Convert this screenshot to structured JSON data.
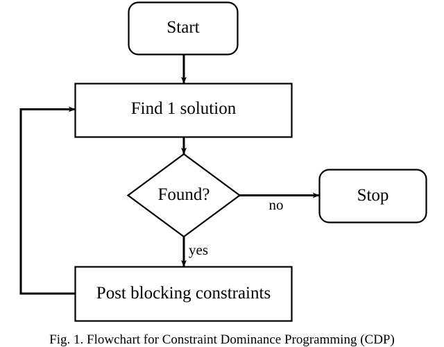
{
  "figure": {
    "caption": "Fig. 1. Flowchart for Constraint Dominance Programming (CDP)",
    "background_color": "#ffffff",
    "stroke_color": "#000000"
  },
  "flowchart": {
    "type": "flowchart",
    "nodes": [
      {
        "id": "start",
        "label": "Start",
        "shape": "rounded-rectangle"
      },
      {
        "id": "find",
        "label": "Find 1 solution",
        "shape": "rectangle"
      },
      {
        "id": "found",
        "label": "Found?",
        "shape": "diamond"
      },
      {
        "id": "stop",
        "label": "Stop",
        "shape": "rounded-rectangle"
      },
      {
        "id": "post",
        "label": "Post blocking constraints",
        "shape": "rectangle"
      }
    ],
    "edges": [
      {
        "from": "start",
        "to": "find",
        "label": ""
      },
      {
        "from": "find",
        "to": "found",
        "label": ""
      },
      {
        "from": "found",
        "to": "stop",
        "label": "no"
      },
      {
        "from": "found",
        "to": "post",
        "label": "yes"
      },
      {
        "from": "post",
        "to": "find",
        "label": ""
      }
    ],
    "edge_labels": {
      "no": "no",
      "yes": "yes"
    }
  }
}
